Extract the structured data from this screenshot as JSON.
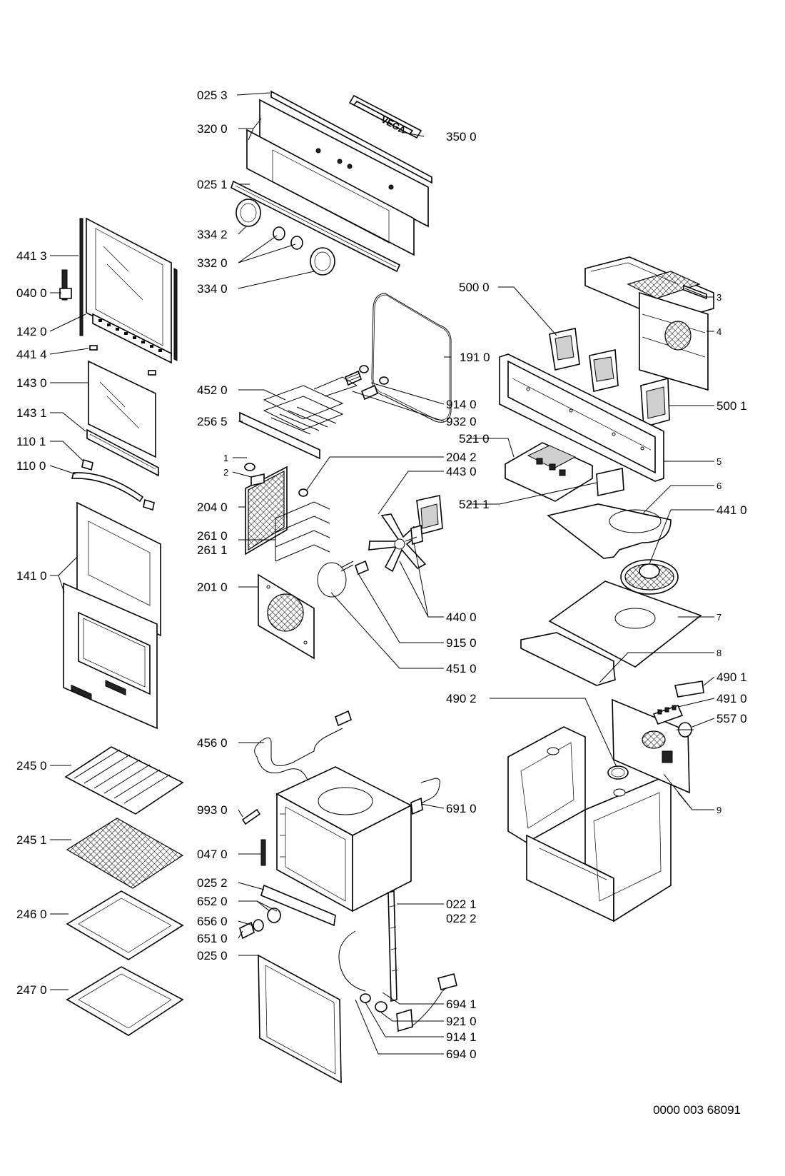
{
  "diagram": {
    "document_code": "0000 003 68091",
    "brand_badge": "VEGA",
    "callouts": {
      "c0253": "025 3",
      "c3200": "320 0",
      "c3500": "350 0",
      "c0251": "025 1",
      "c3342": "334 2",
      "c3320": "332 0",
      "c3340": "334 0",
      "c4413": "441 3",
      "c0400": "040 0",
      "c1420": "142 0",
      "c4414": "441 4",
      "c1430": "143 0",
      "c1431": "143 1",
      "c1101": "110 1",
      "c1100": "110 0",
      "c1410": "141 0",
      "c5000": "500 0",
      "c3": "3",
      "c4": "4",
      "c1910": "191 0",
      "c4520": "452 0",
      "c2565": "256 5",
      "c9140": "914 0",
      "c9320": "932 0",
      "c5001": "500 1",
      "c5210": "521 0",
      "c2042": "204 2",
      "c5": "5",
      "c1": "1",
      "c2": "2",
      "c4430": "443 0",
      "c2040": "204 0",
      "c5211": "521 1",
      "c6": "6",
      "c4410": "441 0",
      "c2610": "261 0",
      "c2611": "261 1",
      "c2010": "201 0",
      "c4400": "440 0",
      "c7": "7",
      "c9150": "915 0",
      "c8": "8",
      "c4510": "451 0",
      "c4901": "490 1",
      "c4902": "490 2",
      "c4910": "491 0",
      "c5570": "557 0",
      "c4560": "456 0",
      "c2450": "245 0",
      "c9930": "993 0",
      "c6910": "691 0",
      "c9": "9",
      "c2451": "245 1",
      "c0470": "047 0",
      "c0252": "025 2",
      "c6520": "652 0",
      "c0221": "022 1",
      "c0222": "022 2",
      "c2460": "246 0",
      "c6560": "656 0",
      "c6510": "651 0",
      "c0250": "025 0",
      "c2470": "247 0",
      "c6941": "694 1",
      "c9210": "921 0",
      "c9141": "914 1",
      "c6940": "694 0"
    }
  }
}
